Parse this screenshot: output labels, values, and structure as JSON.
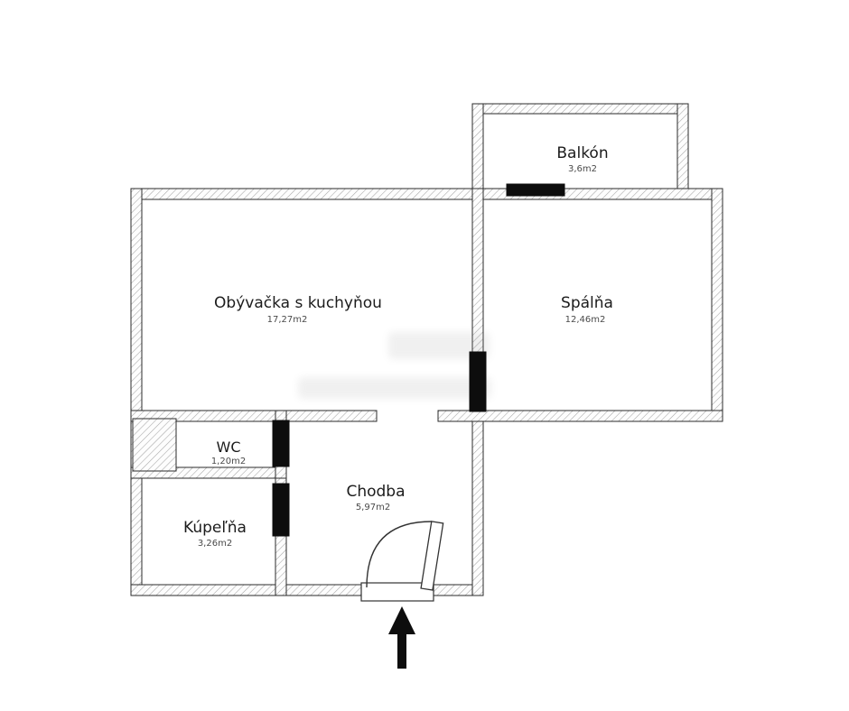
{
  "floorplan": {
    "rooms": {
      "balcony": {
        "name": "Balkón",
        "area": "3,6m2"
      },
      "living": {
        "name": "Obývačka s kuchyňou",
        "area": "17,27m2"
      },
      "bedroom": {
        "name": "Spálňa",
        "area": "12,46m2"
      },
      "wc": {
        "name": "WC",
        "area": "1,20m2"
      },
      "bathroom": {
        "name": "Kúpeľňa",
        "area": "3,26m2"
      },
      "hallway": {
        "name": "Chodba",
        "area": "5,97m2"
      }
    },
    "colors": {
      "wall_outline": "#2b2b2b",
      "door_bar": "#0d0d0d",
      "label_text": "#1c1c1c",
      "area_text": "#4a4a4a"
    }
  }
}
